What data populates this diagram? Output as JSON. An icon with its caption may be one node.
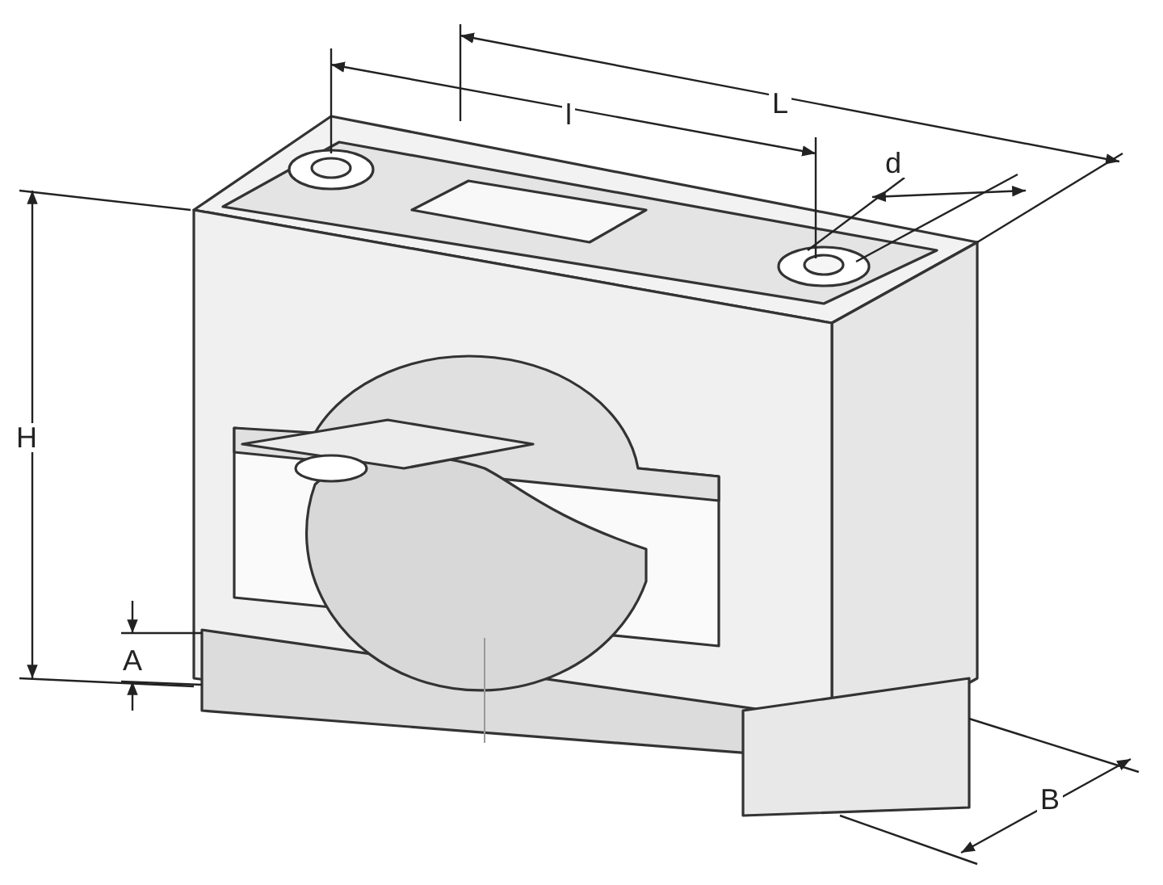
{
  "diagram": {
    "labels": [
      "L",
      "l",
      "d",
      "H",
      "A",
      "B"
    ]
  }
}
